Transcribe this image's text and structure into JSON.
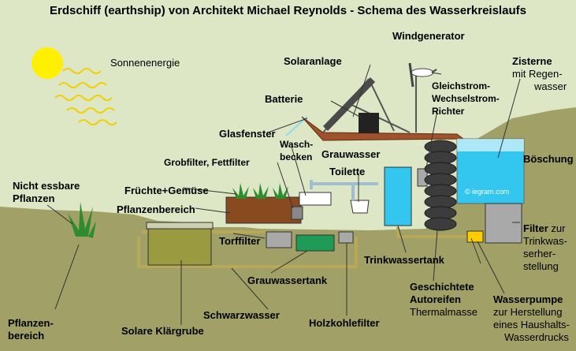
{
  "title": "Erdschiff (earthship) von Architekt Michael Reynolds - Schema des Wasserkreislaufs",
  "labels": {
    "sonnenenergie": "Sonnenenergie",
    "windgenerator": "Windgenerator",
    "solaranlage": "Solaranlage",
    "batterie": "Batterie",
    "richter_1": "Gleichstrom-",
    "richter_2": "Wechselstrom-",
    "richter_3": "Richter",
    "zisterne_1": "Zisterne",
    "zisterne_2": "mit Regen-",
    "zisterne_3": "wasser",
    "glasfenster": "Glasfenster",
    "boeschung": "Böschung",
    "waschbecken_1": "Wasch-",
    "waschbecken_2": "becken",
    "grauwasser": "Grauwasser",
    "grobfilter": "Grobfilter, Fettfilter",
    "toilette": "Toilette",
    "nicht_essbare_1": "Nicht essbare",
    "nicht_essbare_2": "Pflanzen",
    "fruechte": "Früchte+Gemüse",
    "pflanzenbereich_top": "Pflanzenbereich",
    "watermark": "© iegram.com",
    "torffilter": "Torffilter",
    "filter_1a": "Filter",
    "filter_1b": " zur",
    "filter_2": "Trinkwas-",
    "filter_3": "serher-",
    "filter_4": "stellung",
    "trinkwassertank": "Trinkwassertank",
    "grauwassertank": "Grauwassertank",
    "geschichtete_1": "Geschichtete",
    "geschichtete_2": "Autoreifen",
    "geschichtete_3": "Thermalmasse",
    "wasserpumpe_1": "Wasserpumpe",
    "wasserpumpe_2": "zur Herstellung",
    "wasserpumpe_3": "eines Haushalts-",
    "wasserpumpe_4": "Wasserdrucks",
    "schwarzwasser": "Schwarzwasser",
    "pflanzenbereich_bottom_1": "Pflanzen-",
    "pflanzenbereich_bottom_2": "bereich",
    "solare_klaergrube": "Solare Klärgrube",
    "holzkohlefilter": "Holzkohlefilter"
  },
  "colors": {
    "sky": "#dde7c6",
    "ground": "#a0a067",
    "sun": "#ffef00",
    "sun_rays": "#f0d000",
    "water": "#33c6ee",
    "pipe": "#b8a85a",
    "grey_tank": "#a9a9a9",
    "green_tank": "#1f9a57",
    "soil": "#8a4a20",
    "roof": "#a0522d",
    "tires": "#444444",
    "solar_panel": "#5a5a5a",
    "pump": "#ffcc00"
  }
}
